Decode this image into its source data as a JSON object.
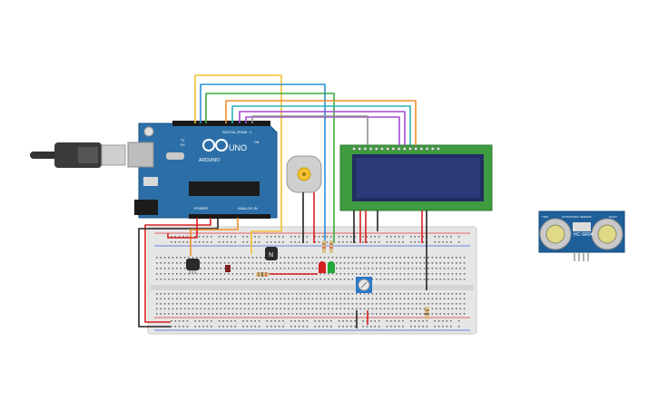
{
  "arduino": {
    "logo_text": "ARDUINO",
    "model": "UNO",
    "digital_label": "DIGITAL (PWM ~)",
    "power_label": "POWER",
    "analog_label": "ANALOG IN",
    "tx_label": "TX",
    "rx_label": "RX",
    "on_label": "ON"
  },
  "sensor": {
    "model_label": "HC-SR04",
    "top_label": "ULTRASONIC SENSOR",
    "left_label": "TRIG",
    "right_label": "ECHO"
  },
  "transistor": {
    "label": "N"
  },
  "colors": {
    "arduino_board": "#2c6fa8",
    "lcd_board": "#3f9b3f",
    "lcd_screen": "#2a3a78",
    "breadboard": "#e6e6e6",
    "sensor_board": "#1f5f99",
    "wire_yellow": "#f2c230",
    "wire_blue": "#2a8fd8",
    "wire_green": "#3cab3c",
    "wire_orange": "#ef8f2a",
    "wire_purple": "#a14bd1",
    "wire_teal": "#2ab3b3",
    "wire_red": "#d81f1f",
    "wire_black": "#222222",
    "wire_gray": "#8f8f8f"
  }
}
